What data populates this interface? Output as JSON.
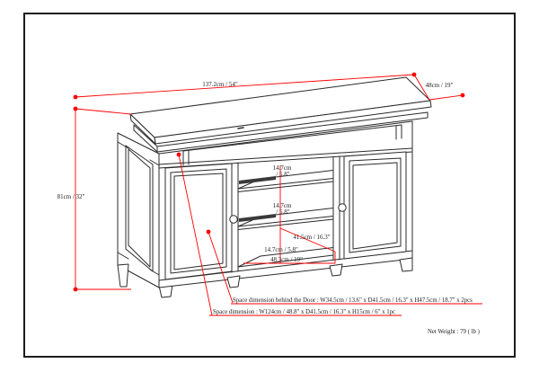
{
  "colors": {
    "dimension_red": "#ff0000",
    "ink": "#1c1c1c"
  },
  "dimensions": {
    "top_width": "137.2cm / 54\"",
    "top_depth": "48cm / 19\"",
    "left_height": "81cm / 32\"",
    "gap_top_cm": "14.7cm",
    "gap_top_in": "/ 5.8\"",
    "gap_mid_cm": "14.7cm",
    "gap_mid_in": "/ 5.8\"",
    "compartment_depth": "41.5cm / 16.3\"",
    "compartment_height": "14.7cm / 5.8\"",
    "compartment_width": "48.3cm / 19\""
  },
  "notes": {
    "behind_door": "Space dimension behind the Door  : W34.5cm / 13.6\" x D41.5cm / 16.3\" x H47.5cm / 18.7\" x 2pcs",
    "overall_space": "Space dimension : W124cm / 48.8\" x D41.5cm / 16.3\" x H15cm / 6\" x 1pc",
    "net_weight": "Net Weight : 79 ( lb )"
  }
}
